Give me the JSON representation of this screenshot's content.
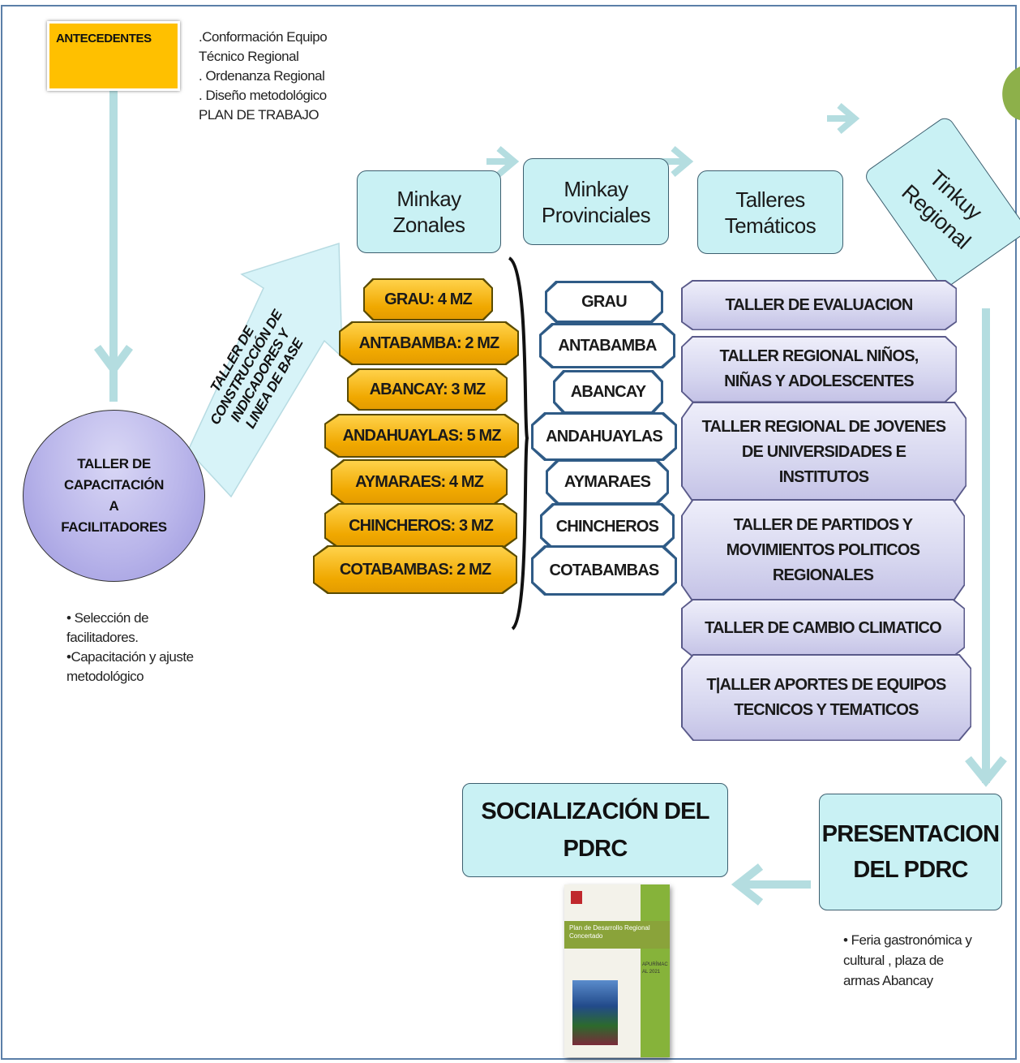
{
  "antecedentes": {
    "label": "ANTECEDENTES",
    "notes": [
      ".Conformación  Equipo",
      "Técnico Regional",
      ". Ordenanza Regional",
      ". Diseño metodológico",
      "PLAN DE TRABAJO"
    ]
  },
  "stages": {
    "minkay_zonales": [
      "Minkay",
      "Zonales"
    ],
    "minkay_provinciales": [
      "Minkay",
      "Provinciales"
    ],
    "talleres_tematicos": [
      "Talleres",
      "Temáticos"
    ],
    "tinkuy_regional": [
      "Tinkuy",
      "Regional"
    ]
  },
  "arrow_label": [
    "TALLER DE",
    "CONSTRUCCIÓN  DE",
    "INDICADORES Y",
    "LINEA DE BASE"
  ],
  "capacitacion": {
    "label": [
      "TALLER DE",
      "CAPACITACIÓN",
      "A",
      "FACILITADORES"
    ],
    "notes": [
      "• Selección de",
      "facilitadores.",
      "•Capacitación y ajuste",
      "metodológico"
    ]
  },
  "zonales": [
    "GRAU: 4 MZ",
    "ANTABAMBA: 2 MZ",
    "ABANCAY: 3 MZ",
    "ANDAHUAYLAS: 5 MZ",
    "AYMARAES:  4 MZ",
    "CHINCHEROS: 3 MZ",
    "COTABAMBAS: 2 MZ"
  ],
  "provinciales": [
    "GRAU",
    "ANTABAMBA",
    "ABANCAY",
    "ANDAHUAYLAS",
    "AYMARAES",
    "CHINCHEROS",
    "COTABAMBAS"
  ],
  "talleres": [
    [
      "TALLER DE EVALUACION"
    ],
    [
      "TALLER  REGIONAL NIÑOS,",
      "NIÑAS Y ADOLESCENTES"
    ],
    [
      "TALLER REGIONAL DE JOVENES",
      "DE UNIVERSIDADES E",
      "INSTITUTOS"
    ],
    [
      "TALLER DE PARTIDOS Y",
      "MOVIMIENTOS POLITICOS",
      "REGIONALES"
    ],
    [
      "TALLER  DE CAMBIO CLIMATICO"
    ],
    [
      "T|ALLER  APORTES DE EQUIPOS",
      "TECNICOS Y TEMATICOS"
    ]
  ],
  "socializacion": [
    "SOCIALIZACIÓN DEL",
    "PDRC"
  ],
  "presentacion": {
    "label": [
      "PRESENTACION",
      "DEL PDRC"
    ],
    "notes": [
      "• Feria gastronómica y",
      "cultural , plaza de",
      "armas Abancay"
    ]
  },
  "document": {
    "title": "Plan de Desarrollo Regional Concertado",
    "side": [
      "APURÍMAC",
      "AL 2021"
    ]
  },
  "colors": {
    "teal_fill": "#c9f1f4",
    "orange_fill": "#ffc000",
    "purple_fill": "#d6d6ef",
    "arrow": "#b4dde0",
    "frame": "#5b7fa8"
  }
}
